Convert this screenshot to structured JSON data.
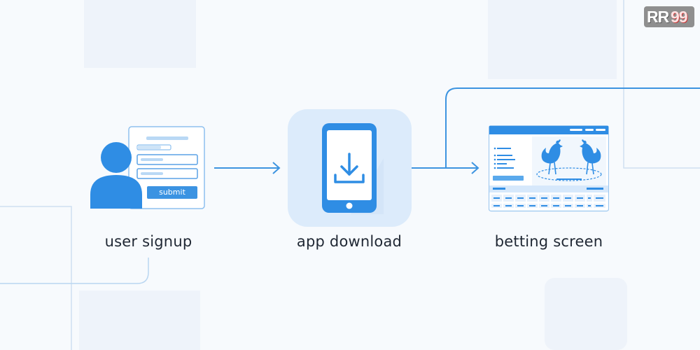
{
  "logo": {
    "text": "RR",
    "number": "99"
  },
  "steps": [
    {
      "label": "user signup",
      "button": "submit"
    },
    {
      "label": "app download"
    },
    {
      "label": "betting screen"
    }
  ],
  "colors": {
    "accent": "#2f8de4",
    "accent_light": "#5aa9ec",
    "panel": "#dcebfb",
    "line": "#3d94e0",
    "text": "#1f2733"
  }
}
